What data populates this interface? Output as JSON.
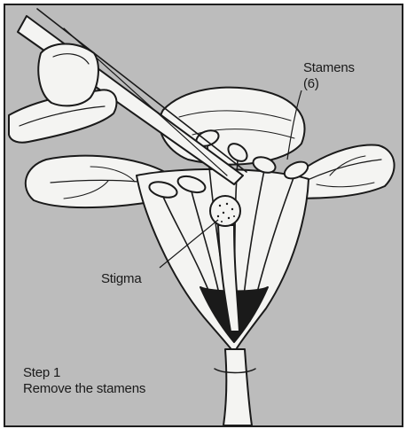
{
  "labels": {
    "stamens": "Stamens",
    "stamens_count": "(6)",
    "stigma": "Stigma",
    "step_number": "Step 1",
    "step_instruction": "Remove the stamens"
  },
  "colors": {
    "background": "#bcbcbc",
    "line": "#1a1a1a",
    "petal": "#f4f4f2"
  },
  "icons": [
    "tweezers-icon",
    "hand-icon",
    "flower-icon"
  ]
}
